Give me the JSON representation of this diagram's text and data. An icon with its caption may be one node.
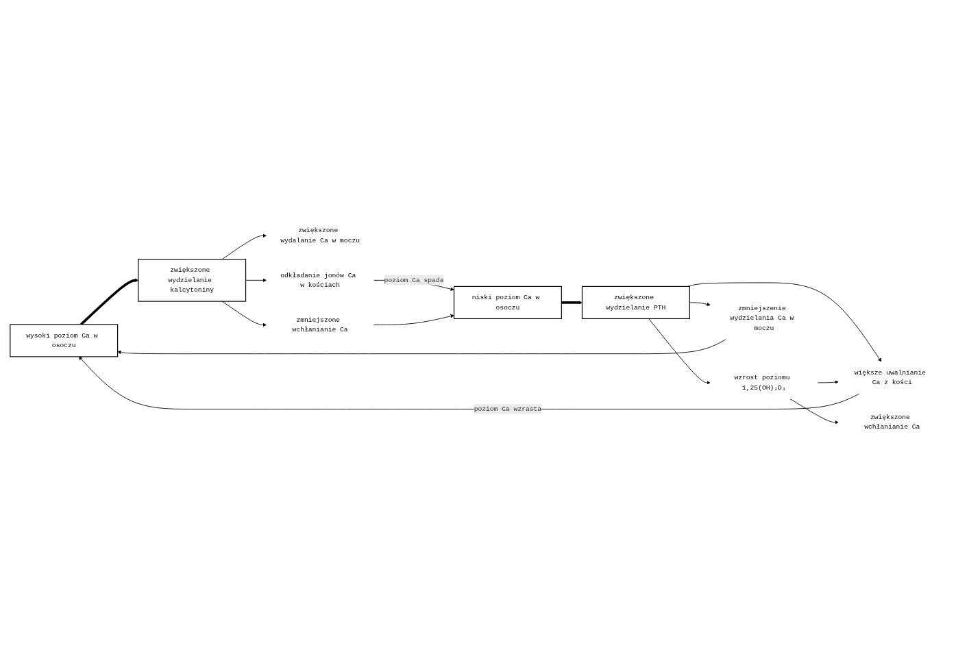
{
  "diagram": {
    "nodes": [
      {
        "text": [
          "wysoki poziom Ca w osoczu"
        ]
      },
      {
        "text": [
          "zwiększone wydzielanie kalcytoniny"
        ]
      },
      {
        "text": [
          "zwiększone wydalanie Ca w moczu"
        ]
      },
      {
        "text": [
          "odkładanie jonów Ca w kościach"
        ]
      },
      {
        "text": [
          "zmniejszone wchłanianie Ca"
        ]
      },
      {
        "text": [
          "niski poziom Ca w osoczu"
        ]
      },
      {
        "text": [
          "zwiększone wydzielanie PTH"
        ]
      },
      {
        "text": [
          "większe uwalnianie Ca z kości"
        ]
      },
      {
        "text": [
          "wzrost poziomu 1,25(OH)₂D₃"
        ]
      },
      {
        "text": [
          "zwiększone wchłanianie Ca"
        ]
      },
      {
        "text": [
          "zmniejszenie wydzielania Ca w moczu"
        ]
      }
    ],
    "edges": [
      {
        "from": 0,
        "to": 1,
        "arrow": "to",
        "style": "thick"
      },
      {
        "from": 1,
        "to": 2,
        "arrow": "to"
      },
      {
        "from": 1,
        "to": 3,
        "arrow": "to"
      },
      {
        "from": 1,
        "to": 4,
        "arrow": "to"
      },
      {
        "from": 3,
        "to": 5,
        "arrow": "to",
        "label": "poziom Ca spada"
      },
      {
        "from": 4,
        "to": 5,
        "arrow": "to"
      },
      {
        "from": 5,
        "to": 6,
        "arrow": "to",
        "style": "thick"
      },
      {
        "from": 6,
        "to": 7,
        "arrow": "to"
      },
      {
        "from": 6,
        "to": 8,
        "arrow": "to"
      },
      {
        "from": 6,
        "to": 10,
        "arrow": "to"
      },
      {
        "from": 8,
        "to": 9,
        "arrow": "to"
      },
      {
        "from": 8,
        "to": 7,
        "arrow": "to"
      },
      {
        "from": 7,
        "to": 0,
        "arrow": "to",
        "label": "poziom Ca wzrasta"
      },
      {
        "from": 10,
        "to": 0,
        "arrow": "to"
      }
    ]
  }
}
